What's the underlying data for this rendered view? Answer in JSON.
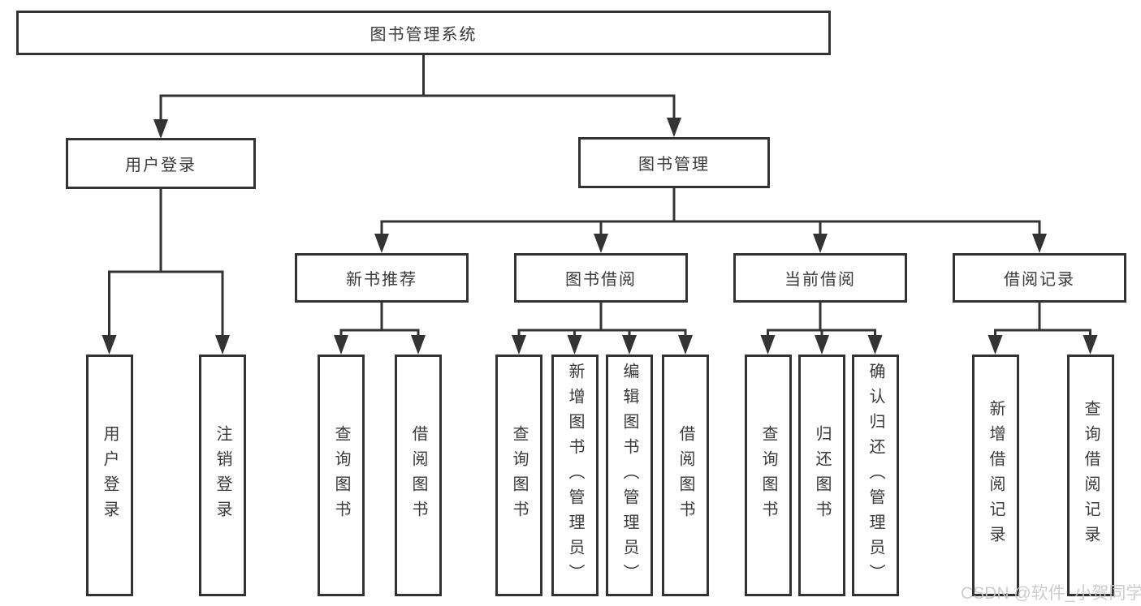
{
  "diagram": {
    "root": {
      "label": "图书管理系统"
    },
    "level2": {
      "user_login": {
        "label": "用户登录"
      },
      "book_mgmt": {
        "label": "图书管理"
      }
    },
    "level3": {
      "new_book_rec": {
        "label": "新书推荐"
      },
      "book_borrow": {
        "label": "图书借阅"
      },
      "current_borrow": {
        "label": "当前借阅"
      },
      "borrow_record": {
        "label": "借阅记录"
      }
    },
    "leaves": {
      "ul_login": {
        "label": "用户登录"
      },
      "ul_logout": {
        "label": "注销登录"
      },
      "nb_query": {
        "label": "查询图书"
      },
      "nb_borrow": {
        "label": "借阅图书"
      },
      "bb_query": {
        "label": "查询图书"
      },
      "bb_add": {
        "label": "新增图书（管理员）"
      },
      "bb_edit": {
        "label": "编辑图书（管理员）"
      },
      "bb_borrow": {
        "label": "借阅图书"
      },
      "cb_query": {
        "label": "查询图书"
      },
      "cb_return": {
        "label": "归还图书"
      },
      "cb_confirm": {
        "label": "确认归还（管理员）"
      },
      "br_add": {
        "label": "新增借阅记录"
      },
      "br_query": {
        "label": "查询借阅记录"
      }
    }
  },
  "watermark": {
    "text": "CSDN @软件_小贺同学"
  },
  "colors": {
    "line": "#333333",
    "box_border": "#333333",
    "text": "#3a3a3a",
    "watermark": "#c9c9c9",
    "background": "#ffffff"
  }
}
